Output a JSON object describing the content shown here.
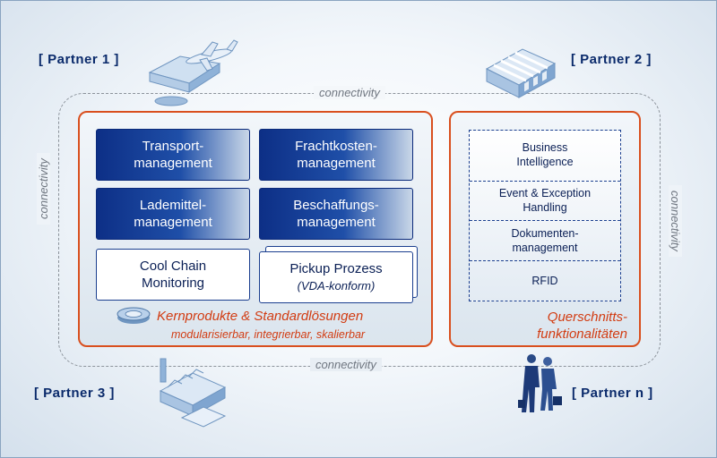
{
  "partners": {
    "p1": "[ Partner 1 ]",
    "p2": "[ Partner 2 ]",
    "p3": "[ Partner 3 ]",
    "pn": "[ Partner n ]"
  },
  "connectivity": "connectivity",
  "core": {
    "products": [
      {
        "line1": "Transport-",
        "line2": "management"
      },
      {
        "line1": "Frachtkosten-",
        "line2": "management"
      },
      {
        "line1": "Lademittel-",
        "line2": "management"
      },
      {
        "line1": "Beschaffungs-",
        "line2": "management"
      },
      {
        "line1": "Cool Chain",
        "line2": "Monitoring"
      },
      {
        "line1": "Pickup Prozess",
        "line2": "(VDA-konform)"
      }
    ],
    "title": "Kernprodukte & Standardlösungen",
    "subtitle": "modularisierbar, integrierbar, skalierbar"
  },
  "cross": {
    "items": [
      {
        "line1": "Business",
        "line2": "Intelligence"
      },
      {
        "line1": "Event & Exception",
        "line2": "Handling"
      },
      {
        "line1": "Dokumenten-",
        "line2": "management"
      },
      {
        "line1": "RFID",
        "line2": ""
      }
    ],
    "title_line1": "Querschnitts-",
    "title_line2": "funktionalitäten"
  },
  "icons": {
    "partner1": "airplane-icon",
    "partner2": "warehouse-icon",
    "partner3": "factory-icon",
    "partnern": "business-people-icon",
    "core": "network-device-icon"
  }
}
